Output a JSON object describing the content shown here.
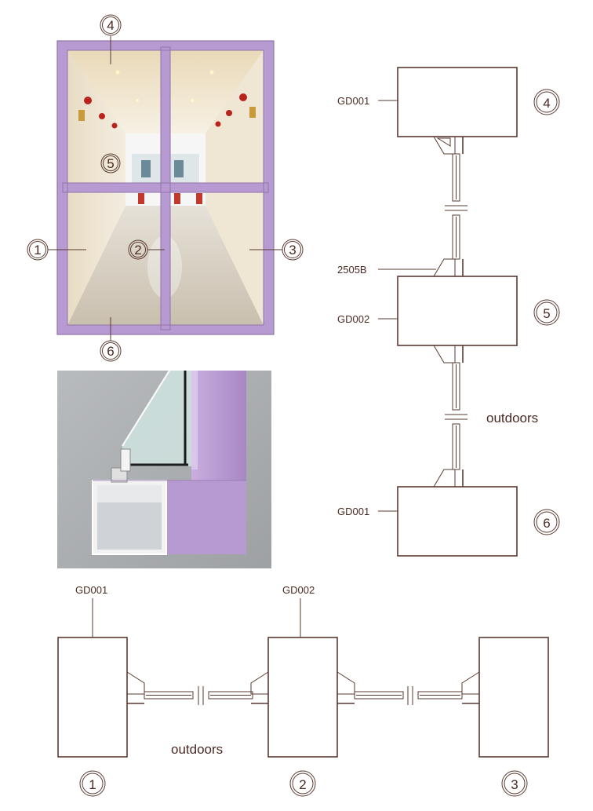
{
  "photo_callouts": {
    "c1": "1",
    "c2": "2",
    "c3": "3",
    "c4": "4",
    "c5": "5",
    "c6": "6"
  },
  "vertical_section": {
    "top_label": "GD001",
    "glazing_bead_label": "2505B",
    "middle_label": "GD002",
    "bottom_label": "GD001",
    "outdoors_label": "outdoors",
    "callout_top": "4",
    "callout_middle": "5",
    "callout_bottom": "6"
  },
  "horizontal_section": {
    "left_label": "GD001",
    "middle_label": "GD002",
    "outdoors_label": "outdoors",
    "callout_left": "1",
    "callout_middle": "2",
    "callout_right": "3"
  },
  "colors": {
    "frame_purple": "#b79ad2",
    "line_brown": "#5a3a30",
    "render_bg": "#a9acaf"
  },
  "icons": [
    "corridor-photo",
    "frame-3d-render"
  ]
}
